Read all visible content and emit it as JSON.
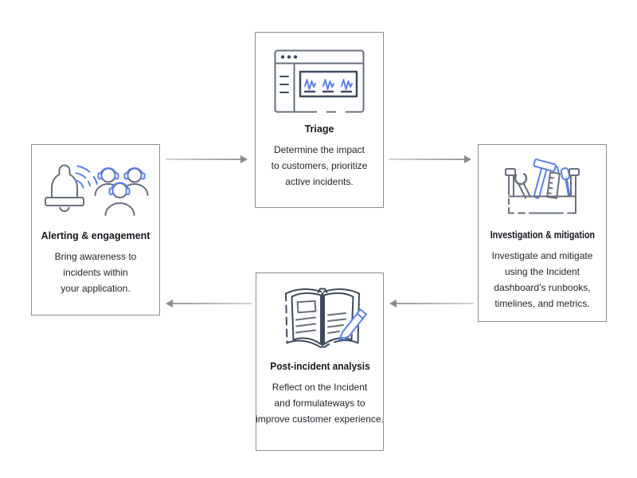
{
  "page": {
    "background": "#ffffff"
  },
  "colors": {
    "box_border": "#8d8d8d",
    "title_text": "#16191f",
    "body_text": "#21262c",
    "arrow_line": "#9a9a9a",
    "arrow_head": "#8a8a8a",
    "icon_gray": "#67707e",
    "icon_dark": "#3f4b5c",
    "icon_blue": "#5a80f0"
  },
  "diagram": {
    "nodes": [
      {
        "id": "alerting",
        "icon": "bell-and-team-icon",
        "title": "Alerting & engagement",
        "lines": [
          "Bring awareness to",
          "incidents within",
          "your application."
        ]
      },
      {
        "id": "triage",
        "icon": "dashboard-window-icon",
        "title": "Triage",
        "lines": [
          "Determine the impact",
          "to customers, prioritize",
          "active incidents."
        ]
      },
      {
        "id": "investigation",
        "icon": "toolbox-icon",
        "title": "Investigation & mitigation",
        "lines": [
          "Investigate and mitigate",
          "using the Incident",
          "dashboard’s runbooks,",
          "timelines, and metrics."
        ]
      },
      {
        "id": "postincident",
        "icon": "notebook-pencil-icon",
        "title": "Post-incident analysis",
        "lines": [
          "Reflect on the Incident",
          "and formulateways to",
          "improve customer experience."
        ]
      }
    ],
    "arrows": [
      {
        "from": "alerting",
        "to": "triage",
        "direction": "right"
      },
      {
        "from": "triage",
        "to": "investigation",
        "direction": "right"
      },
      {
        "from": "investigation",
        "to": "postincident",
        "direction": "left"
      },
      {
        "from": "postincident",
        "to": "alerting",
        "direction": "left"
      }
    ]
  }
}
